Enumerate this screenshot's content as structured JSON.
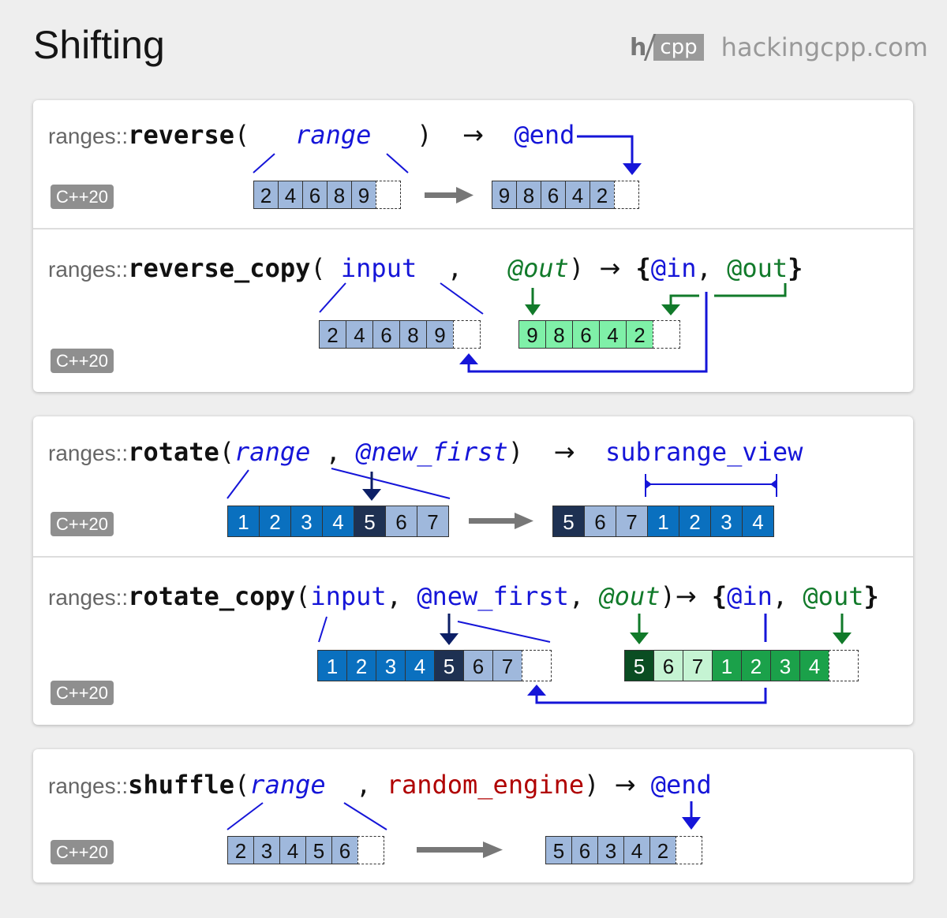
{
  "header": {
    "title": "Shifting",
    "logo_h": "h",
    "logo_cpp": "cpp",
    "site": "hackingcpp.com"
  },
  "badge": "C++20",
  "reverse": {
    "ns": "ranges::",
    "fn": "reverse",
    "open": "(",
    "param": "range",
    "close": ")",
    "arrow": "→",
    "ret": "@end",
    "input": [
      "2",
      "4",
      "6",
      "8",
      "9"
    ],
    "output": [
      "9",
      "8",
      "6",
      "4",
      "2"
    ]
  },
  "reverse_copy": {
    "ns": "ranges::",
    "fn": "reverse_copy",
    "open": "(",
    "p1": "input",
    "comma": ",",
    "p2": "@out",
    "close": ")",
    "arrow": "→",
    "brace_open": "{",
    "r1": "@in",
    "rcomma": ",",
    "r2": "@out",
    "brace_close": "}",
    "input": [
      "2",
      "4",
      "6",
      "8",
      "9"
    ],
    "output": [
      "9",
      "8",
      "6",
      "4",
      "2"
    ]
  },
  "rotate": {
    "ns": "ranges::",
    "fn": "rotate",
    "open": "(",
    "p1": "range",
    "comma": ",",
    "p2": "@new_first",
    "close": ")",
    "arrow": "→",
    "ret": "subrange_view",
    "input": [
      "1",
      "2",
      "3",
      "4",
      "5",
      "6",
      "7"
    ],
    "output": [
      "5",
      "6",
      "7",
      "1",
      "2",
      "3",
      "4"
    ]
  },
  "rotate_copy": {
    "ns": "ranges::",
    "fn": "rotate_copy",
    "open": "(",
    "p1": "input",
    "c1": ",",
    "p2": "@new_first",
    "c2": ",",
    "p3": "@out",
    "close": ")",
    "arrow": "→",
    "brace_open": "{",
    "r1": "@in",
    "rcomma": ",",
    "r2": "@out",
    "brace_close": "}",
    "input": [
      "1",
      "2",
      "3",
      "4",
      "5",
      "6",
      "7"
    ],
    "output": [
      "5",
      "6",
      "7",
      "1",
      "2",
      "3",
      "4"
    ]
  },
  "shuffle": {
    "ns": "ranges::",
    "fn": "shuffle",
    "open": "(",
    "p1": "range",
    "comma": ",",
    "p2": "random_engine",
    "close": ")",
    "arrow": "→",
    "ret": "@end",
    "input": [
      "2",
      "3",
      "4",
      "5",
      "6"
    ],
    "output": [
      "5",
      "6",
      "3",
      "4",
      "2"
    ]
  },
  "colors": {
    "blue": "#1515d8",
    "green": "#117a2a",
    "navy": "#0c1f66",
    "gray_arrow": "#777777"
  }
}
